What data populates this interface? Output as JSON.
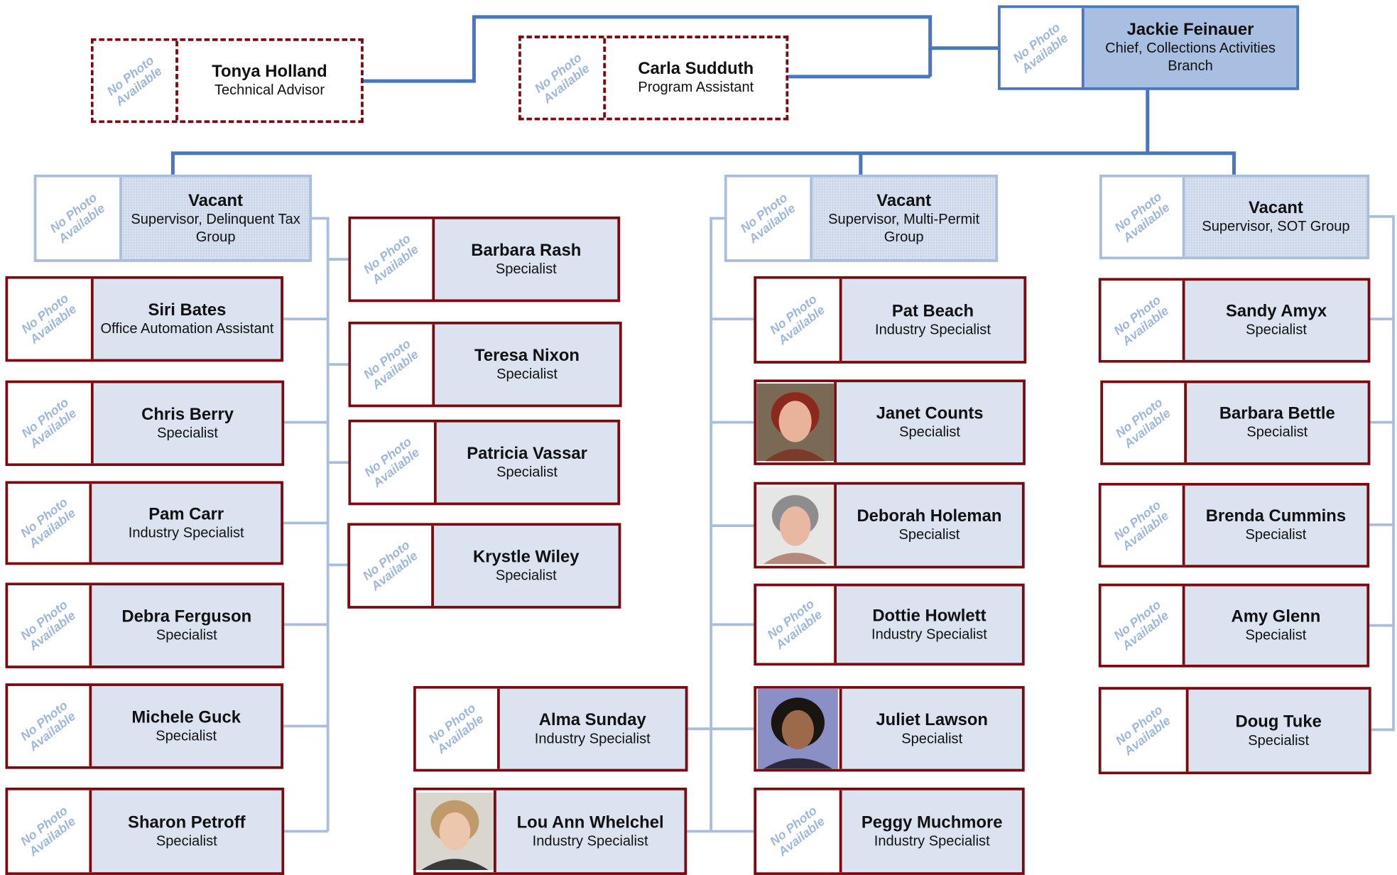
{
  "placeholder_photo_text": [
    "No Photo",
    "Available"
  ],
  "colors": {
    "staff_border": "#7b0a10",
    "vacant_border": "#a9bddc",
    "chief_border": "#4677bf",
    "chief_fill": "#a9bfe2",
    "box_fill": "#dbe3f1",
    "connector_light": "#a9bddc",
    "connector_dark": "#4677bf"
  },
  "chief": {
    "name": "Jackie Feinauer",
    "title": "Chief, Collections Activities Branch"
  },
  "staff_direct": [
    {
      "name": "Tonya Holland",
      "title": "Technical Advisor"
    },
    {
      "name": "Carla Sudduth",
      "title": "Program Assistant"
    }
  ],
  "groups": [
    {
      "supervisor": {
        "name": "Vacant",
        "title": "Supervisor, Delinquent Tax Group"
      },
      "members": [
        {
          "name": "Siri Bates",
          "title": "Office Automation Assistant"
        },
        {
          "name": "Chris Berry",
          "title": "Specialist"
        },
        {
          "name": "Pam Carr",
          "title": "Industry Specialist"
        },
        {
          "name": "Debra Ferguson",
          "title": "Specialist"
        },
        {
          "name": "Michele Guck",
          "title": "Specialist"
        },
        {
          "name": "Sharon Petroff",
          "title": "Specialist"
        },
        {
          "name": "Barbara Rash",
          "title": "Specialist"
        },
        {
          "name": "Teresa Nixon",
          "title": "Specialist"
        },
        {
          "name": "Patricia Vassar",
          "title": "Specialist"
        },
        {
          "name": "Krystle Wiley",
          "title": "Specialist"
        }
      ]
    },
    {
      "supervisor": {
        "name": "Vacant",
        "title": "Supervisor, Multi-Permit Group"
      },
      "members": [
        {
          "name": "Pat Beach",
          "title": "Industry Specialist"
        },
        {
          "name": "Janet Counts",
          "title": "Specialist"
        },
        {
          "name": "Deborah Holeman",
          "title": "Specialist"
        },
        {
          "name": "Dottie Howlett",
          "title": "Industry Specialist"
        },
        {
          "name": "Juliet Lawson",
          "title": "Specialist"
        },
        {
          "name": "Peggy Muchmore",
          "title": "Industry Specialist"
        },
        {
          "name": "Alma Sunday",
          "title": "Industry Specialist"
        },
        {
          "name": "Lou Ann Whelchel",
          "title": "Industry Specialist"
        }
      ]
    },
    {
      "supervisor": {
        "name": "Vacant",
        "title": "Supervisor, SOT Group"
      },
      "members": [
        {
          "name": "Sandy Amyx",
          "title": "Specialist"
        },
        {
          "name": "Barbara Bettle",
          "title": "Specialist"
        },
        {
          "name": "Brenda Cummins",
          "title": "Specialist"
        },
        {
          "name": "Amy Glenn",
          "title": "Specialist"
        },
        {
          "name": "Doug Tuke",
          "title": "Specialist"
        }
      ]
    }
  ]
}
